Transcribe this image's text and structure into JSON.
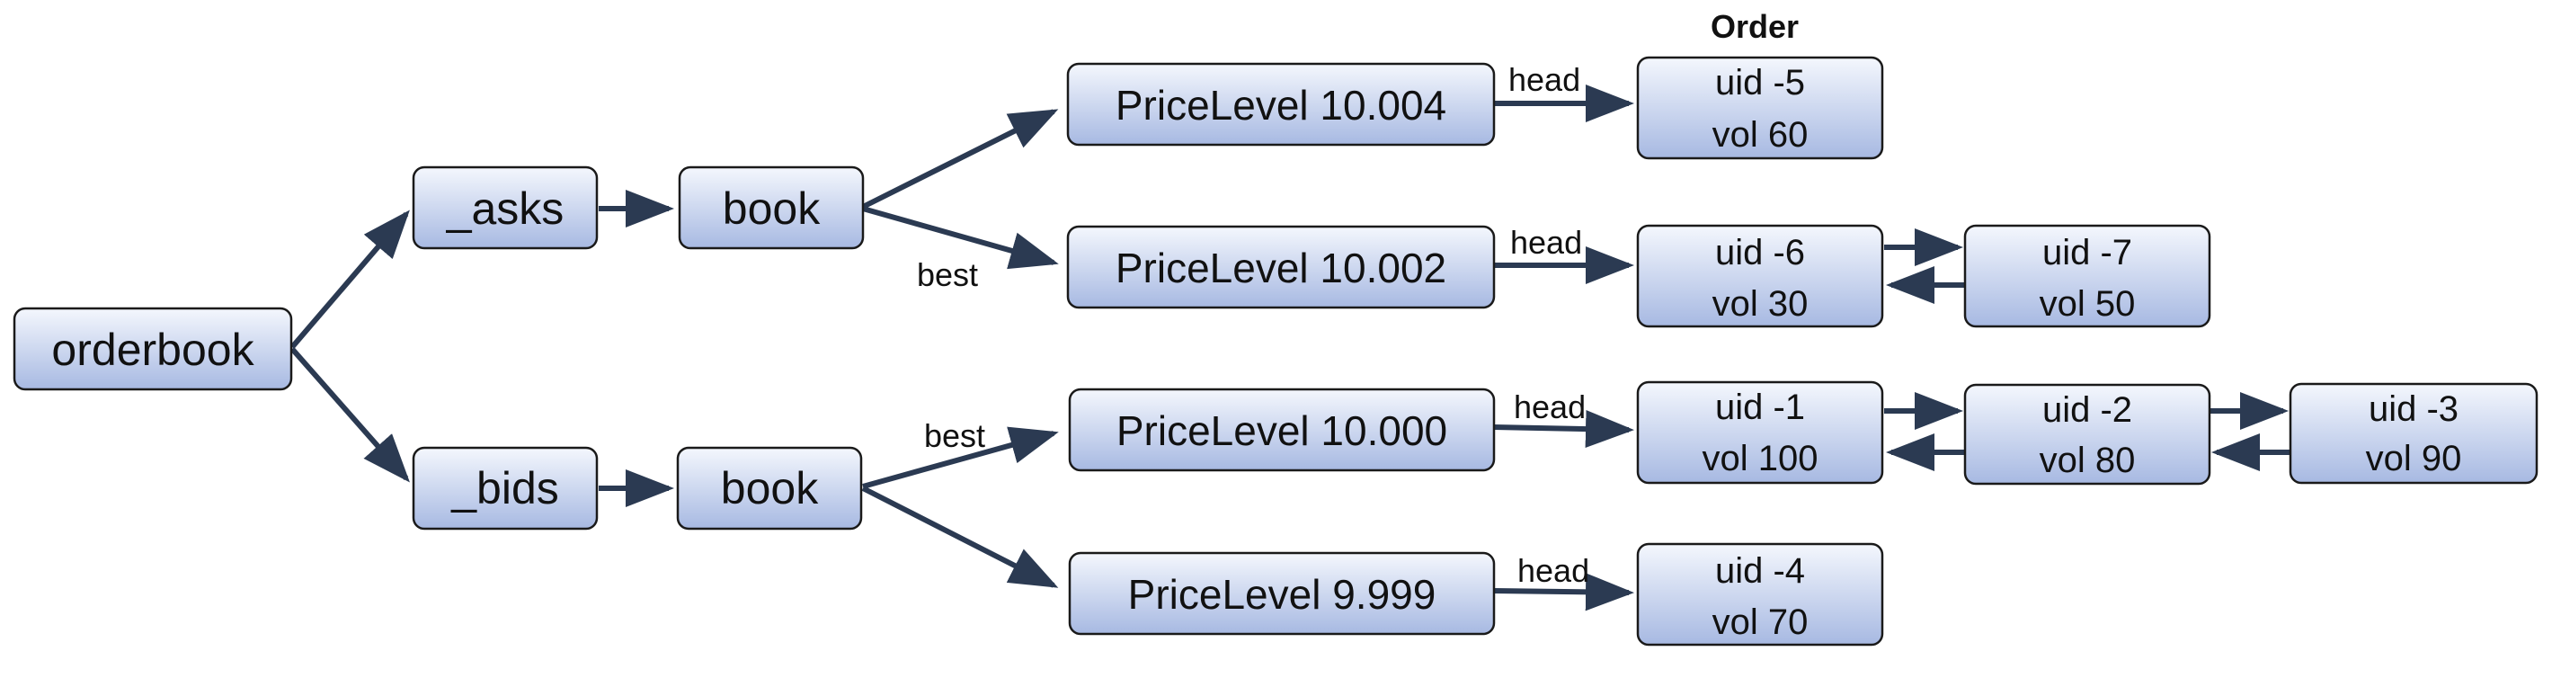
{
  "header": {
    "order_label": "Order"
  },
  "root": {
    "label": "orderbook"
  },
  "sides": {
    "asks": {
      "label": "_asks",
      "book_label": "book"
    },
    "bids": {
      "label": "_bids",
      "book_label": "book"
    }
  },
  "edge_labels": {
    "best": "best",
    "head": "head"
  },
  "price_levels": {
    "ask_1": {
      "label": "PriceLevel 10.004"
    },
    "ask_2": {
      "label": "PriceLevel 10.002"
    },
    "bid_1": {
      "label": "PriceLevel 10.000"
    },
    "bid_2": {
      "label": "PriceLevel 9.999"
    }
  },
  "orders": {
    "o5": {
      "uid": "uid -5",
      "vol": "vol 60"
    },
    "o6": {
      "uid": "uid -6",
      "vol": "vol 30"
    },
    "o7": {
      "uid": "uid -7",
      "vol": "vol 50"
    },
    "o1": {
      "uid": "uid -1",
      "vol": "vol 100"
    },
    "o2": {
      "uid": "uid -2",
      "vol": "vol 80"
    },
    "o3": {
      "uid": "uid -3",
      "vol": "vol 90"
    },
    "o4": {
      "uid": "uid -4",
      "vol": "vol 70"
    }
  },
  "colors": {
    "box_top": "#f4f7fd",
    "box_bottom": "#a7b9e2",
    "arrow": "#2b3a52"
  }
}
